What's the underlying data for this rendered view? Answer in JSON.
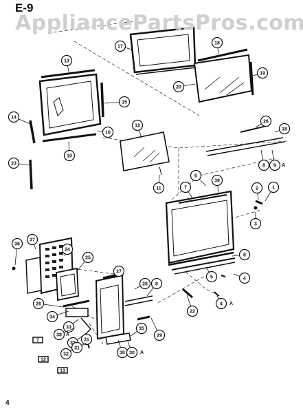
{
  "sheet": {
    "title": "E-9",
    "page_number": "4",
    "watermark": "AppliancePartsPros.com"
  },
  "callouts": [
    {
      "id": "c17",
      "text": "17"
    },
    {
      "id": "c18t",
      "text": "18"
    },
    {
      "id": "c19t",
      "text": "19"
    },
    {
      "id": "c20t",
      "text": "20"
    },
    {
      "id": "c13",
      "text": "13"
    },
    {
      "id": "c15",
      "text": "15"
    },
    {
      "id": "c14",
      "text": "14"
    },
    {
      "id": "c16",
      "text": "16"
    },
    {
      "id": "c10",
      "text": "10"
    },
    {
      "id": "c23",
      "text": "23"
    },
    {
      "id": "c12",
      "text": "12"
    },
    {
      "id": "c11",
      "text": "11"
    },
    {
      "id": "c26t",
      "text": "26"
    },
    {
      "id": "c18r",
      "text": "18"
    },
    {
      "id": "c8a",
      "text": "8"
    },
    {
      "id": "c9A",
      "text": "9"
    },
    {
      "id": "c6",
      "text": "6"
    },
    {
      "id": "c39",
      "text": "39"
    },
    {
      "id": "c7",
      "text": "7"
    },
    {
      "id": "c2",
      "text": "2"
    },
    {
      "id": "c1",
      "text": "1"
    },
    {
      "id": "c3",
      "text": "3"
    },
    {
      "id": "c8b",
      "text": "8"
    },
    {
      "id": "c5",
      "text": "5"
    },
    {
      "id": "c4",
      "text": "4"
    },
    {
      "id": "c22",
      "text": "22"
    },
    {
      "id": "c4A",
      "text": "4"
    },
    {
      "id": "c36",
      "text": "36"
    },
    {
      "id": "c37",
      "text": "37"
    },
    {
      "id": "c24",
      "text": "24"
    },
    {
      "id": "c25",
      "text": "25"
    },
    {
      "id": "c27",
      "text": "27"
    },
    {
      "id": "c28",
      "text": "28"
    },
    {
      "id": "c8c",
      "text": "8"
    },
    {
      "id": "c26b",
      "text": "26"
    },
    {
      "id": "c34",
      "text": "34"
    },
    {
      "id": "c33",
      "text": "33"
    },
    {
      "id": "c29",
      "text": "29"
    },
    {
      "id": "c35",
      "text": "35"
    },
    {
      "id": "c38A",
      "text": "38"
    },
    {
      "id": "c31a",
      "text": "31"
    },
    {
      "id": "c32a",
      "text": "32"
    },
    {
      "id": "c32b",
      "text": "32"
    },
    {
      "id": "c31b",
      "text": "31"
    },
    {
      "id": "c30",
      "text": "30"
    },
    {
      "id": "c30A",
      "text": "30"
    }
  ],
  "suffixes": {
    "s9A": "A",
    "s4A": "A",
    "s38A": "A",
    "s30A": "A"
  },
  "reference_tags": [
    {
      "id": "r1",
      "text": "7"
    },
    {
      "id": "r2",
      "text": "12"
    },
    {
      "id": "r3",
      "text": "13"
    }
  ]
}
